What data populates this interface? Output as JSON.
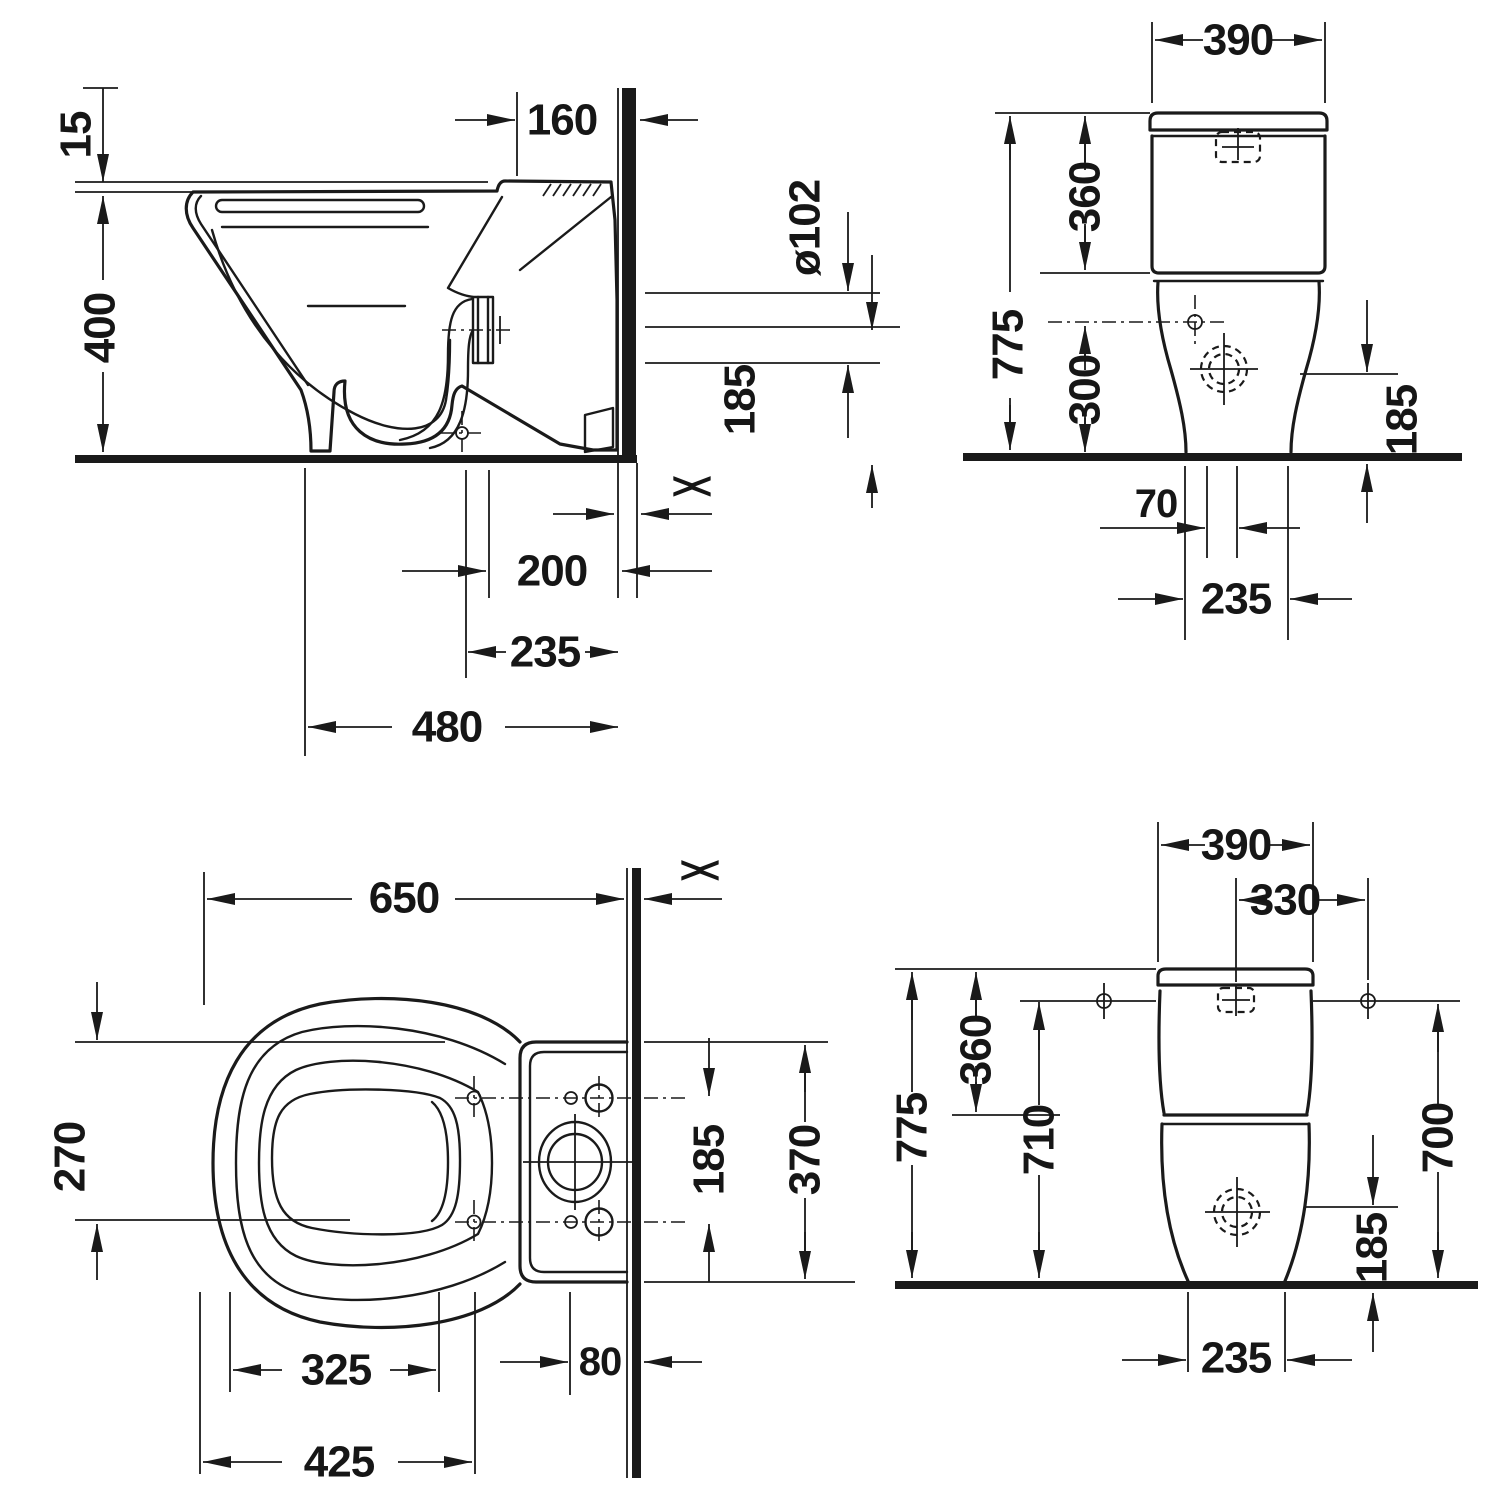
{
  "colors": {
    "line": "#1a1a1a",
    "background": "#ffffff"
  },
  "views": {
    "side": {
      "d15": "15",
      "d400": "400",
      "d160": "160",
      "d102": "ø102",
      "d185": "185",
      "d200": "200",
      "d235": "235",
      "d480": "480",
      "adj": "><"
    },
    "front": {
      "d390": "390",
      "d775": "775",
      "d360": "360",
      "d300": "300",
      "d185": "185",
      "d70": "70",
      "d235": "235"
    },
    "plan": {
      "d650": "650",
      "d270": "270",
      "d185": "185",
      "d370": "370",
      "d325": "325",
      "d425": "425",
      "d80": "80",
      "adj": "><"
    },
    "rear": {
      "d390": "390",
      "d330": "330",
      "d775": "775",
      "d360": "360",
      "d710": "710",
      "d700": "700",
      "d185": "185",
      "d235": "235"
    }
  }
}
